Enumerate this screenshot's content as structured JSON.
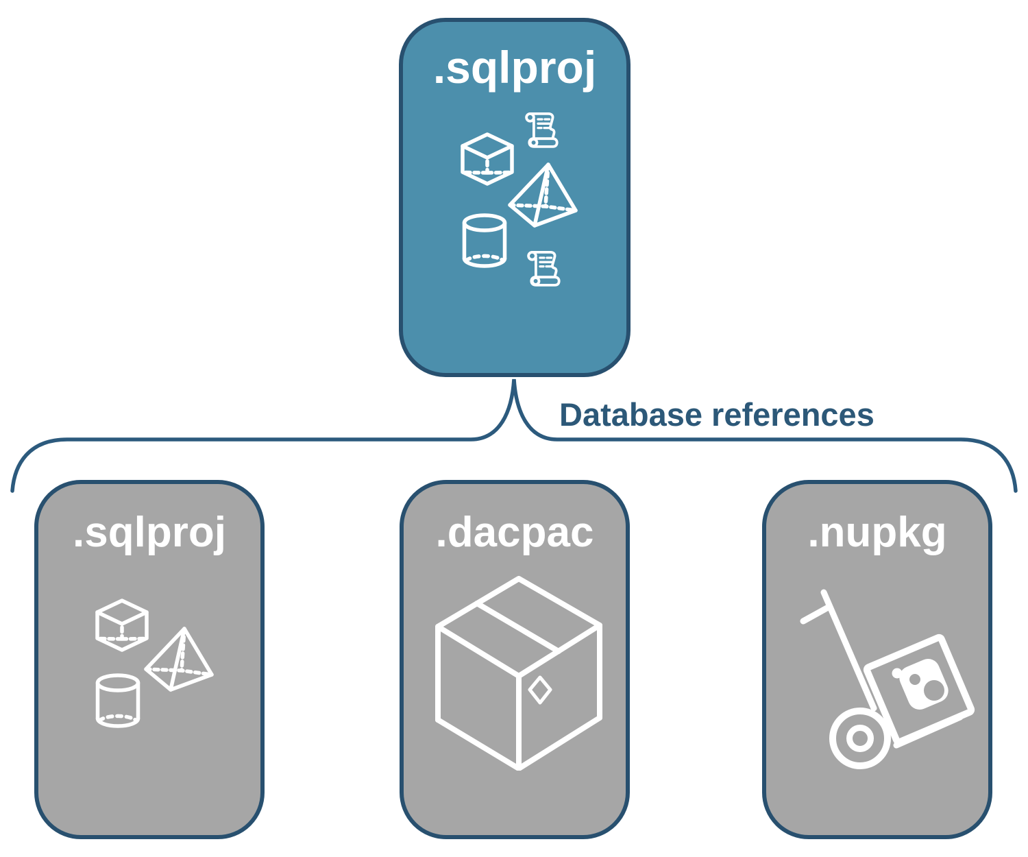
{
  "root_node": {
    "label": ".sqlproj",
    "icon": "sql-objects-icon",
    "fill": "#4C8FAC"
  },
  "connector": {
    "label": "Database references",
    "text_color": "#2C5878"
  },
  "child_nodes": [
    {
      "label": ".sqlproj",
      "icon": "sql-objects-icon",
      "fill": "#A6A6A6"
    },
    {
      "label": ".dacpac",
      "icon": "package-box-icon",
      "fill": "#A6A6A6"
    },
    {
      "label": ".nupkg",
      "icon": "nuget-hand-truck-icon",
      "fill": "#A6A6A6"
    }
  ],
  "colors": {
    "root_fill": "#4C8FAC",
    "child_fill": "#A6A6A6",
    "node_border": "#28506F",
    "brace_line": "#2C5A7D",
    "connector_label_text": "#2C5878",
    "icon_stroke": "#FFFFFF",
    "node_label_text": "#FFFFFF",
    "background": "#FFFFFF"
  }
}
